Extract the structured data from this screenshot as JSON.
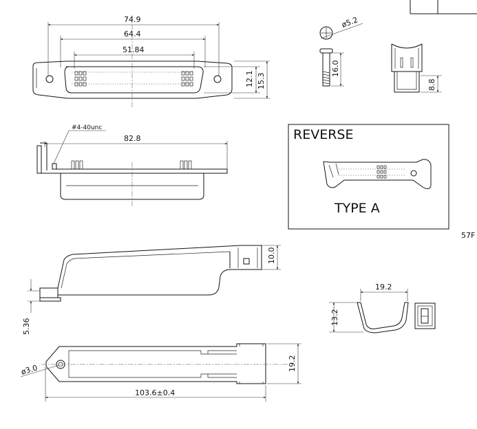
{
  "top_view": {
    "dim_overall": "74.9",
    "dim_mount": "64.4",
    "dim_shell": "51.84",
    "dim_height_inner": "12.1",
    "dim_height_outer": "15.3"
  },
  "side_view": {
    "thread_label": "#4-40unc",
    "dim_length": "82.8"
  },
  "screw_detail": {
    "dim_head_dia": "ø5.2",
    "dim_length": "16.0"
  },
  "end_view": {
    "dim_height": "8.8"
  },
  "reverse_box": {
    "title": "REVERSE",
    "caption": "TYPE A"
  },
  "edge_label": "57F",
  "latch_view": {
    "dim_height": "10.0",
    "dim_offset": "5.36"
  },
  "clip_detail": {
    "dim_width": "19.2",
    "dim_height": "13.2"
  },
  "bottom_view": {
    "dim_hole": "ø3.0",
    "dim_length": "103.6±0.4",
    "dim_width": "19.2"
  }
}
